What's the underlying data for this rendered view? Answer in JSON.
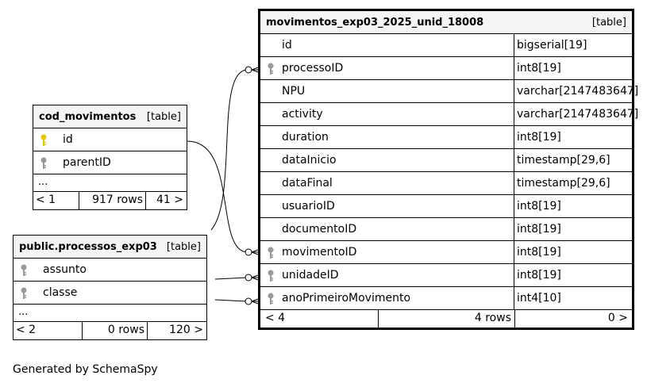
{
  "main_table": {
    "name": "movimentos_exp03_2025_unid_18008",
    "kind": "[table]",
    "columns": [
      {
        "name": "id",
        "type": "bigserial[19]",
        "key": "none"
      },
      {
        "name": "processoID",
        "type": "int8[19]",
        "key": "foreign"
      },
      {
        "name": "NPU",
        "type": "varchar[2147483647]",
        "key": "none"
      },
      {
        "name": "activity",
        "type": "varchar[2147483647]",
        "key": "none"
      },
      {
        "name": "duration",
        "type": "int8[19]",
        "key": "none"
      },
      {
        "name": "dataInicio",
        "type": "timestamp[29,6]",
        "key": "none"
      },
      {
        "name": "dataFinal",
        "type": "timestamp[29,6]",
        "key": "none"
      },
      {
        "name": "usuarioID",
        "type": "int8[19]",
        "key": "none"
      },
      {
        "name": "documentoID",
        "type": "int8[19]",
        "key": "none"
      },
      {
        "name": "movimentoID",
        "type": "int8[19]",
        "key": "foreign"
      },
      {
        "name": "unidadeID",
        "type": "int8[19]",
        "key": "foreign"
      },
      {
        "name": "anoPrimeiroMovimento",
        "type": "int4[10]",
        "key": "foreign"
      }
    ],
    "footer": {
      "left": "< 4",
      "middle": "4 rows",
      "right": "0 >"
    }
  },
  "cod_table": {
    "name": "cod_movimentos",
    "kind": "[table]",
    "columns": [
      {
        "name": "id",
        "key": "primary"
      },
      {
        "name": "parentID",
        "key": "foreign"
      }
    ],
    "more": "...",
    "footer": {
      "left": "< 1",
      "middle": "917 rows",
      "right": "41 >"
    }
  },
  "proc_table": {
    "name": "public.processos_exp03",
    "kind": "[table]",
    "columns": [
      {
        "name": "assunto",
        "key": "foreign"
      },
      {
        "name": "classe",
        "key": "foreign"
      }
    ],
    "more": "...",
    "footer": {
      "left": "< 2",
      "middle": "0 rows",
      "right": "120 >"
    }
  },
  "footer_text": "Generated by SchemaSpy",
  "colors": {
    "primary_key": "#e8c800",
    "foreign_key": "#999999",
    "header_bg": "#f4f4f4"
  }
}
